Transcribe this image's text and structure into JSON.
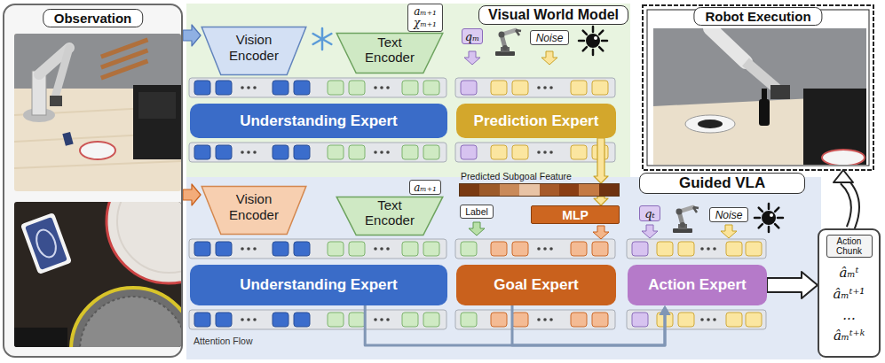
{
  "diagram": {
    "nodes": [
      {
        "text": [
          "Observation"
        ]
      },
      {
        "text": [
          "Visual World Model"
        ]
      },
      {
        "text": [
          "Vision Encoder"
        ],
        "in": 1
      },
      {
        "text": [
          "Text Encoder"
        ],
        "in": 1
      },
      {
        "text": [
          "aₘ₊₁",
          "χₘ₊₁"
        ],
        "in": 1
      },
      {
        "text": [
          "qₘ"
        ],
        "in": 1
      },
      {
        "text": [
          "Noise"
        ],
        "in": 1
      },
      {
        "text": [
          "Understanding Expert"
        ],
        "in": 1
      },
      {
        "text": [
          "Prediction Expert"
        ],
        "in": 1
      },
      {
        "text": [
          "Robot Execution"
        ]
      },
      {
        "text": [
          "Guided VLA"
        ]
      },
      {
        "text": [
          "Vision Encoder"
        ],
        "in": 10
      },
      {
        "text": [
          "Text Encoder"
        ],
        "in": 10
      },
      {
        "text": [
          "aₘ₊₁"
        ],
        "in": 10
      },
      {
        "text": [
          "Predicted Subgoal Feature"
        ],
        "in": 10
      },
      {
        "text": [
          "Label"
        ],
        "in": 10
      },
      {
        "text": [
          "MLP"
        ],
        "in": 10
      },
      {
        "text": [
          "qₜ"
        ],
        "in": 10
      },
      {
        "text": [
          "Noise"
        ],
        "in": 10
      },
      {
        "text": [
          "Understanding Expert"
        ],
        "in": 10
      },
      {
        "text": [
          "Goal Expert"
        ],
        "in": 10
      },
      {
        "text": [
          "Action Expert"
        ],
        "in": 10
      },
      {
        "text": [
          "Action Chunk",
          "âₘᵗ",
          "âₘᵗ⁺¹",
          "...",
          "âₘᵗ⁺ᵏ"
        ]
      }
    ],
    "edges": [
      {
        "from": 0,
        "to": 2,
        "arrow": "to"
      },
      {
        "from": 0,
        "to": 11,
        "arrow": "to"
      },
      {
        "from": 8,
        "to": 14,
        "arrow": "to"
      },
      {
        "from": 14,
        "to": 16,
        "arrow": "to"
      },
      {
        "from": 19,
        "to": 21,
        "arrow": "to"
      },
      {
        "from": 20,
        "to": 21,
        "arrow": "to"
      },
      {
        "from": 21,
        "to": 22,
        "arrow": "to"
      },
      {
        "from": 22,
        "to": 9,
        "arrow": "to"
      }
    ],
    "labels": [
      "Attention Flow"
    ]
  }
}
